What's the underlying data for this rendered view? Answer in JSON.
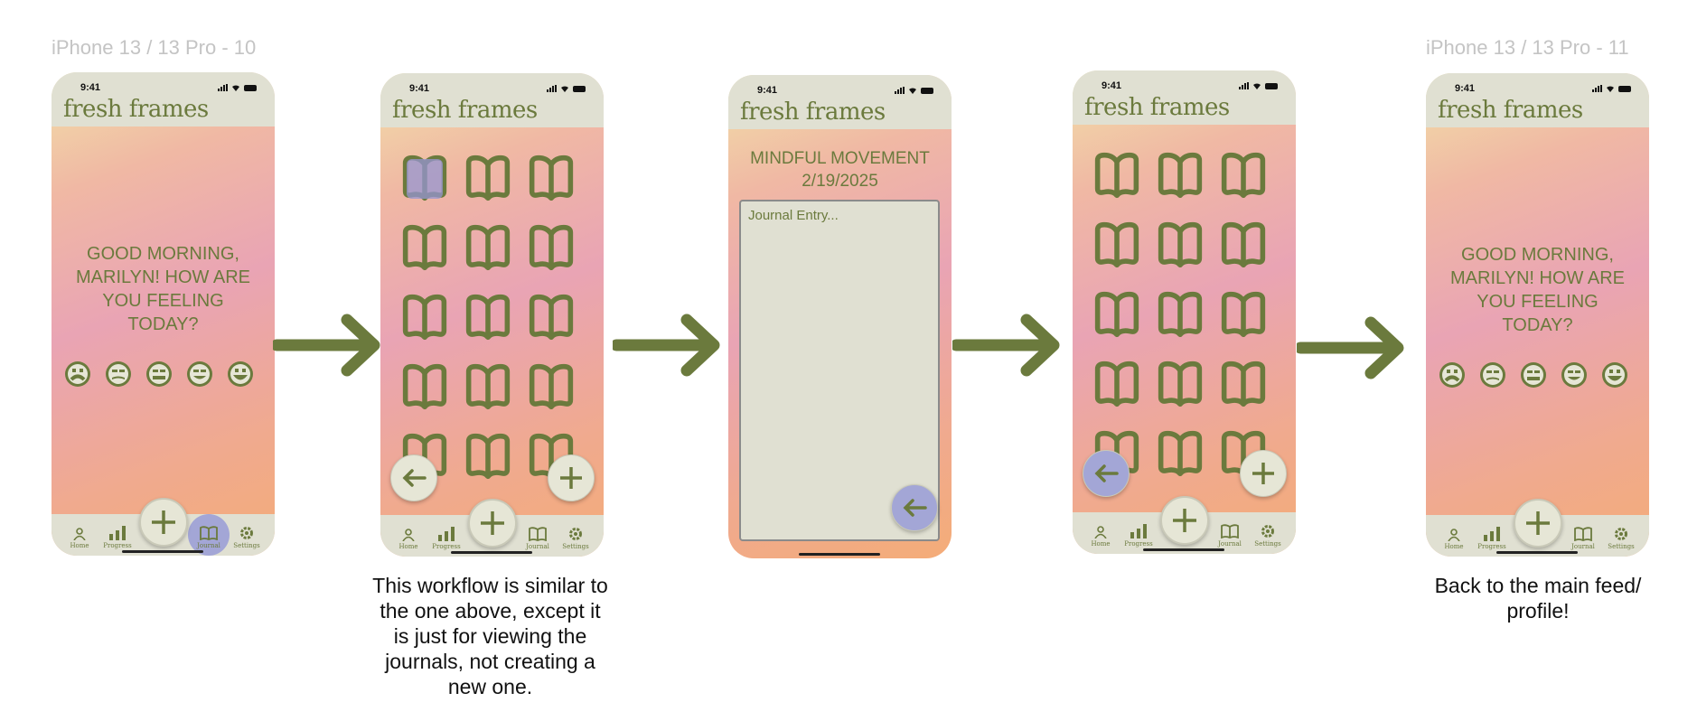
{
  "frame_labels": {
    "left": "iPhone 13 / 13 Pro - 10",
    "right": "iPhone 13 / 13 Pro - 11"
  },
  "status": {
    "time": "9:41"
  },
  "app": {
    "brand": "fresh frames"
  },
  "greeting": "GOOD MORNING, MARILYN! HOW ARE YOU FEELING TODAY?",
  "tabs": {
    "home": "Home",
    "progress": "Progress",
    "journal": "Journal",
    "settings": "Settings"
  },
  "journal_entry": {
    "title": "MINDFUL MOVEMENT",
    "date": "2/19/2025",
    "placeholder": "Journal Entry..."
  },
  "notes": {
    "workflow": "This workflow is similar to the one above, except it is just for viewing the journals, not creating a new one.",
    "back": "Back to the main feed/ profile!"
  },
  "colors": {
    "accent": "#6b7a3d",
    "bar": "#e0e0d2",
    "highlight": "#a3a6d6"
  },
  "icons": {
    "mood": "mood-face-icon",
    "book": "journal-book-icon",
    "back": "back-arrow-icon",
    "add": "plus-icon",
    "flow": "flow-arrow-icon"
  }
}
